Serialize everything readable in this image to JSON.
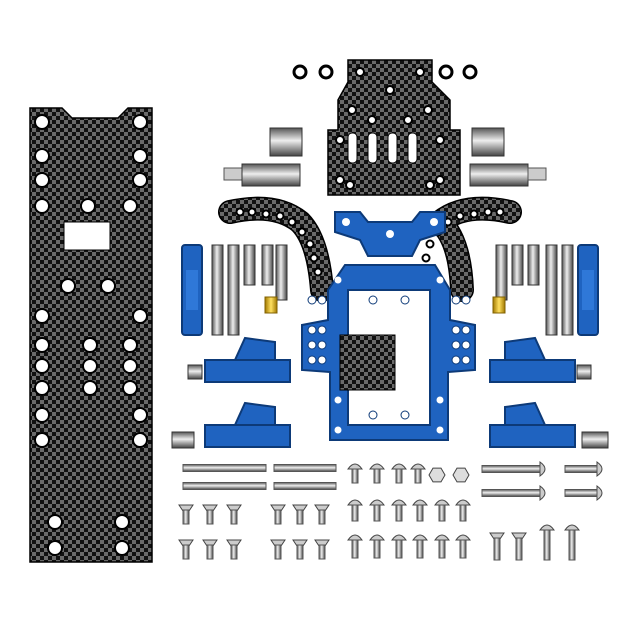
{
  "colors": {
    "background": "#ffffff",
    "carbon_dark": "#111111",
    "carbon_light": "#6a6a6a",
    "aluminum_blue": "#1f63c0",
    "aluminum_blue_dark": "#0d3a78",
    "steel": "#b8b8b8",
    "brass": "#d8b000"
  },
  "icons": [
    "carbon-chassis-plate",
    "carbon-top-plate",
    "blue-suspension-mount",
    "blue-bulkhead-frame",
    "blue-suspension-arm",
    "screw",
    "spacer",
    "o-ring",
    "nut"
  ]
}
